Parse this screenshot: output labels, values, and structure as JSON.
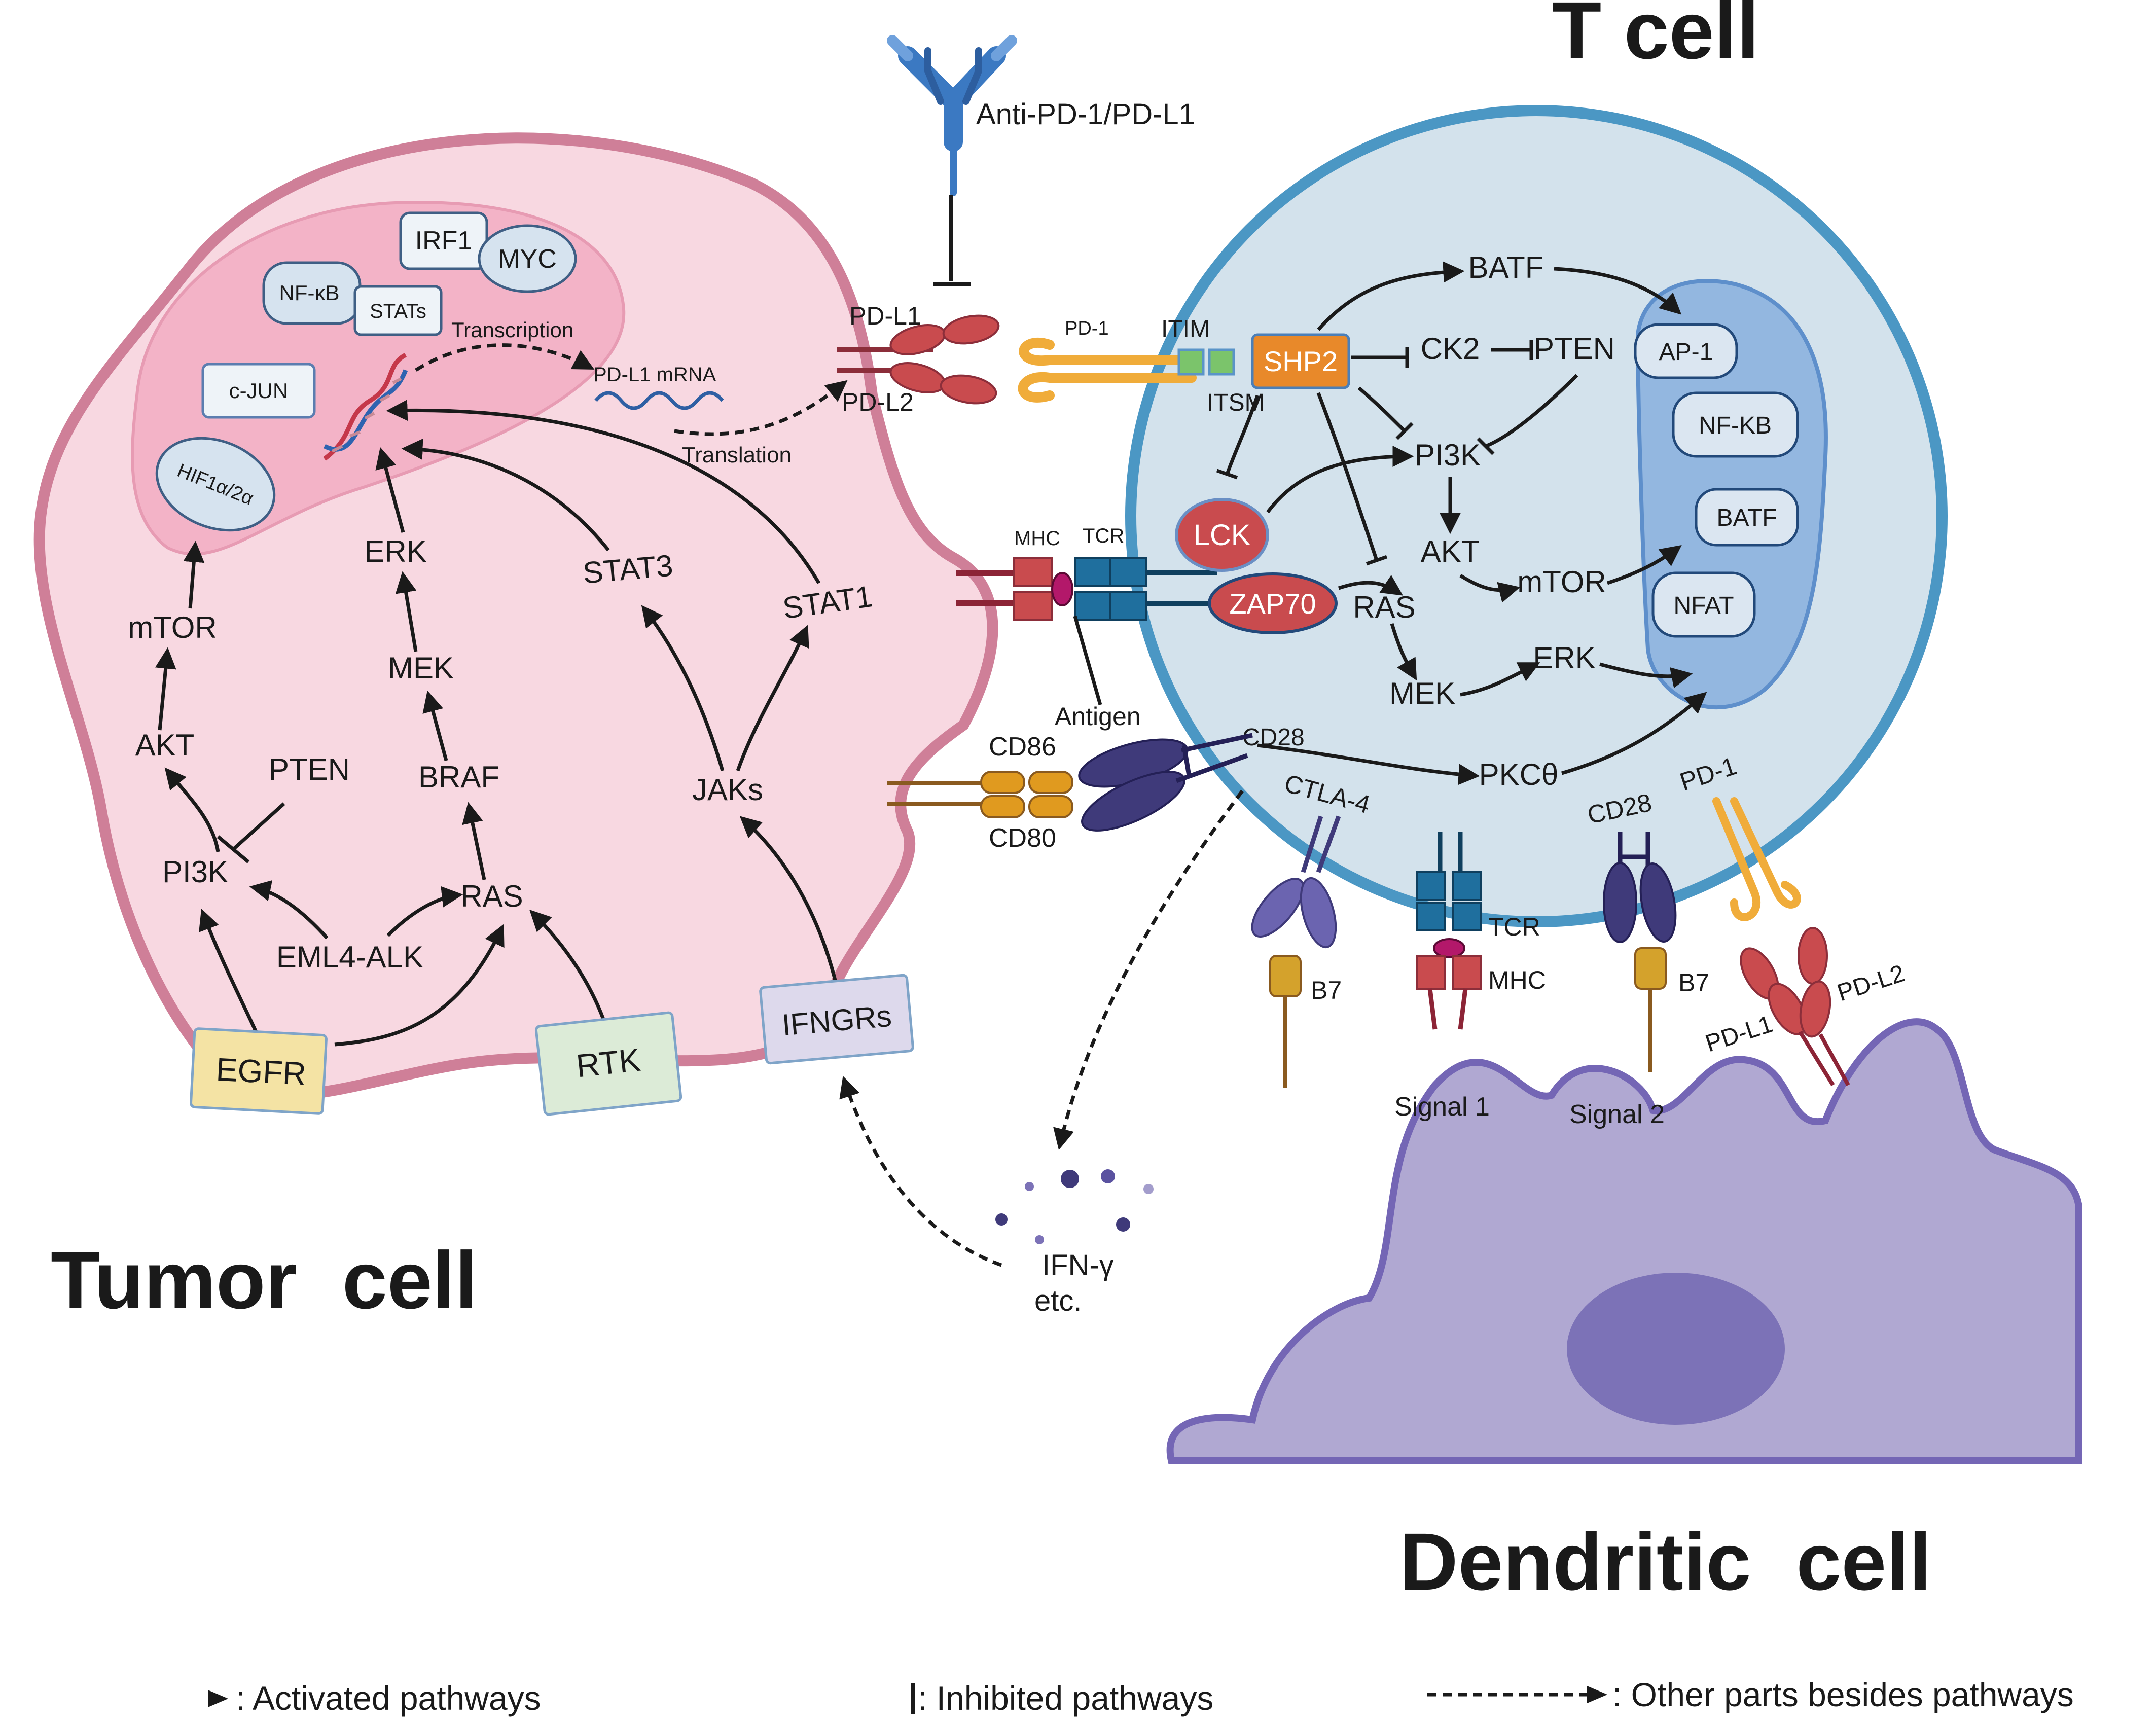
{
  "titles": {
    "t_cell": "T cell",
    "tumor_cell": "Tumor  cell",
    "dendritic_cell": "Dendritic  cell"
  },
  "antibody": {
    "label": "Anti-PD-1/PD-L1"
  },
  "tumor": {
    "nucleus": {
      "irf1": "IRF1",
      "myc": "MYC",
      "nfkb": "NF-κB",
      "stats": "STATs",
      "cjun": "c-JUN",
      "hif": "HIF1α/2α",
      "transcription": "Transcription"
    },
    "mrna": "PD-L1 mRNA",
    "translation": "Translation",
    "pathway": {
      "erk": "ERK",
      "mek": "MEK",
      "braf": "BRAF",
      "ras": "RAS",
      "mtor": "mTOR",
      "akt": "AKT",
      "pi3k": "PI3K",
      "pten": "PTEN",
      "eml4": "EML4-ALK",
      "stat3": "STAT3",
      "stat1": "STAT1",
      "jaks": "JAKs"
    },
    "receptors": {
      "egfr": "EGFR",
      "rtk": "RTK",
      "ifngrs": "IFNGRs"
    }
  },
  "synapse": {
    "pdl1": "PD-L1",
    "pdl2": "PD-L2",
    "pd1": "PD-1",
    "itim": "ITIM",
    "itsm": "ITSM",
    "mhc": "MHC",
    "tcr": "TCR",
    "antigen": "Antigen",
    "cd86": "CD86",
    "cd80": "CD80",
    "cd28": "CD28"
  },
  "tcell": {
    "shp2": "SHP2",
    "batf_top": "BATF",
    "ck2": "CK2",
    "pten": "PTEN",
    "pi3k": "PI3K",
    "akt": "AKT",
    "mtor": "mTOR",
    "lck": "LCK",
    "zap70": "ZAP70",
    "ras": "RAS",
    "mek": "MEK",
    "erk": "ERK",
    "pkc": "PKCθ",
    "nucleus": {
      "ap1": "AP-1",
      "nfkb": "NF-KB",
      "batf": "BATF",
      "nfat": "NFAT"
    }
  },
  "dc": {
    "ctla4": "CTLA-4",
    "b7_left": "B7",
    "tcr": "TCR",
    "mhc": "MHC",
    "cd28": "CD28",
    "b7_right": "B7",
    "pd1": "PD-1",
    "pdl1": "PD-L1",
    "pdl2": "PD-L2",
    "signal1": "Signal 1",
    "signal2": "Signal 2"
  },
  "ifn": {
    "line1": "IFN-γ",
    "line2": "etc."
  },
  "legend": {
    "activated": ": Activated pathways",
    "inhibited": ": Inhibited pathways",
    "other": ": Other parts besides pathways"
  },
  "colors": {
    "tumor_fill": "#f8d8e1",
    "tumor_border": "#cf7f98",
    "tumor_nucleus": "#f3b3c7",
    "tcell_fill": "#d3e2ec",
    "tcell_border": "#4b97c4",
    "tcell_nucleus": "#93b7e0",
    "dc_fill": "#b0a8d2",
    "dc_border": "#7466b5",
    "dc_nucleus": "#7c72b7",
    "pd_orange": "#f0ac3a",
    "shp2": "#e8892a",
    "red_protein": "#c94b4e",
    "tcr_blue": "#1f6f9e",
    "cd28_purple": "#3f3a7a",
    "egfr": "#f4e3a4",
    "rtk": "#dcebd7",
    "ifngrs": "#ddd9ec"
  }
}
